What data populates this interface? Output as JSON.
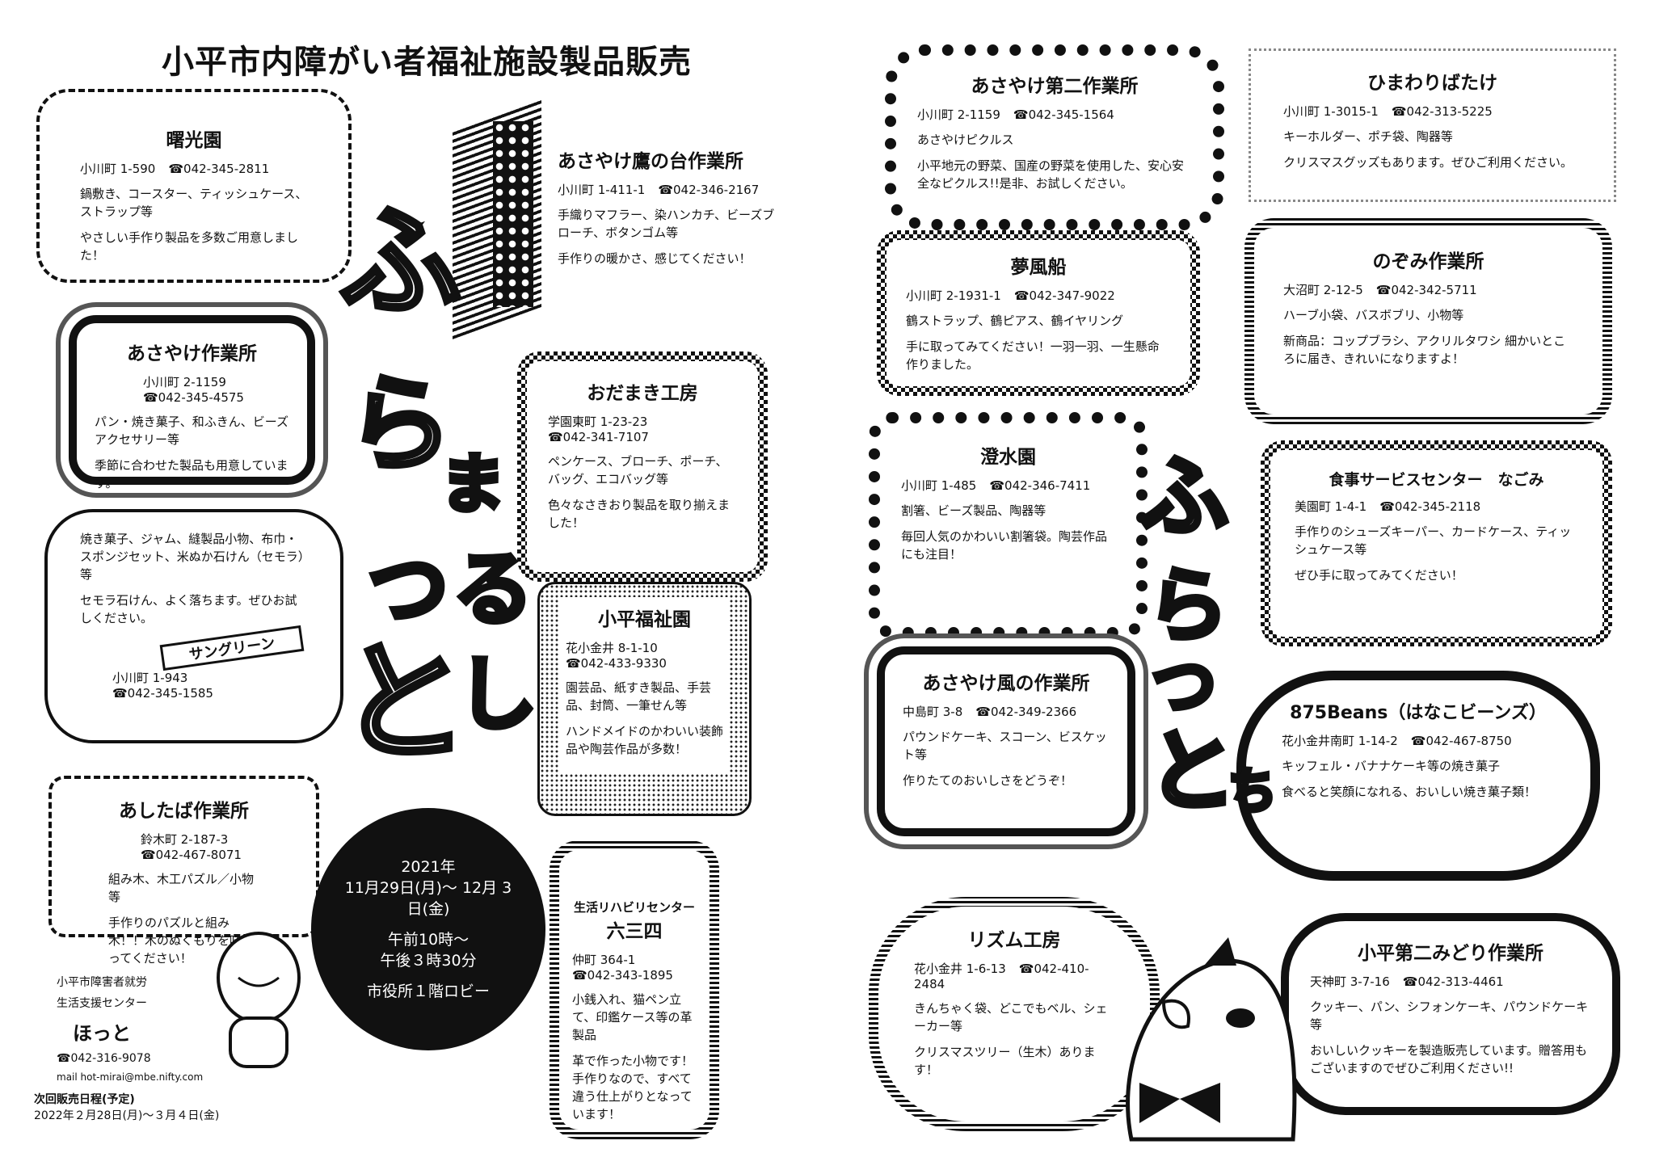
{
  "title": "小平市内障がい者福祉施設製品販売",
  "shops": {
    "shokoen": {
      "name": "曙光園",
      "address": "小川町 1-590",
      "tel": "☎042-345-2811",
      "desc1": "鍋敷き、コースター、ティッシュケース、ストラップ等",
      "desc2": "やさしい手作り製品を多数ご用意しました！"
    },
    "takanodai": {
      "name": "あさやけ鷹の台作業所",
      "address": "小川町 1-411-1",
      "tel": "☎042-346-2167",
      "desc1": "手織りマフラー、染ハンカチ、ビーズブローチ、ボタンゴム等",
      "desc2": "手作りの暖かさ、感じてください！"
    },
    "asayake": {
      "name": "あさやけ作業所",
      "address": "小川町 2-1159",
      "tel": "☎042-345-4575",
      "desc1": "パン・焼き菓子、和ふきん、ビーズアクセサリー等",
      "desc2": "季節に合わせた製品も用意しています。"
    },
    "odamaki": {
      "name": "おだまき工房",
      "address": "学園東町 1-23-23",
      "tel": "☎042-341-7107",
      "desc1": "ペンケース、ブローチ、ポーチ、バッグ、エコバッグ等",
      "desc2": "色々なさきおり製品を取り揃えました！"
    },
    "sungreen": {
      "name": "サングリーン",
      "address": "小川町 1-943",
      "tel": "☎042-345-1585",
      "desc1": "焼き菓子、ジャム、縫製品小物、布巾・スポンジセット、米ぬか石けん（セモラ）等",
      "desc2": "セモラ石けん、よく落ちます。ぜひお試しください。"
    },
    "fukushien": {
      "name": "小平福祉園",
      "address": "花小金井 8-1-10",
      "tel": "☎042-433-9330",
      "desc1": "園芸品、紙すき製品、手芸品、封筒、一筆せん等",
      "desc2": "ハンドメイドのかわいい装飾品や陶芸作品が多数！"
    },
    "ashitaba": {
      "name": "あしたば作業所",
      "address": "鈴木町 2-187-3",
      "tel": "☎042-467-8071",
      "desc1": "組み木、木工パズル／小物等",
      "desc2": "手作りのパズルと組み木！！木のぬくもりを味わってください！"
    },
    "rokusanshi": {
      "sub": "生活リハビリセンター",
      "name": "六三四",
      "address": "仲町 364-1",
      "tel": "☎042-343-1895",
      "desc1": "小銭入れ、猫ペン立て、印鑑ケース等の革製品",
      "desc2": "革で作った小物です！手作りなので、すべて違う仕上がりとなっています！"
    },
    "daini": {
      "name": "あさやけ第二作業所",
      "address": "小川町 2-1159",
      "tel": "☎042-345-1564",
      "desc1": "あさやけピクルス",
      "desc2": "小平地元の野菜、国産の野菜を使用した、安心安全なピクルス!!是非、お試しください。"
    },
    "himawari": {
      "name": "ひまわりばたけ",
      "address": "小川町 1-3015-1",
      "tel": "☎042-313-5225",
      "desc1": "キーホルダー、ポチ袋、陶器等",
      "desc2": "クリスマスグッズもあります。ぜひご利用ください。"
    },
    "yumefusen": {
      "name": "夢風船",
      "address": "小川町 2-1931-1",
      "tel": "☎042-347-9022",
      "desc1": "鶴ストラップ、鶴ピアス、鶴イヤリング",
      "desc2": "手に取ってみてください！一羽一羽、一生懸命作りました。"
    },
    "nozomi": {
      "name": "のぞみ作業所",
      "address": "大沼町 2-12-5",
      "tel": "☎042-342-5711",
      "desc1": "ハーブ小袋、バスボブリ、小物等",
      "desc2": "新商品：コップブラシ、アクリルタワシ 細かいところに届き、きれいになりますよ！"
    },
    "chosuien": {
      "name": "澄水園",
      "address": "小川町 1-485",
      "tel": "☎042-346-7411",
      "desc1": "割箸、ビーズ製品、陶器等",
      "desc2": "毎回人気のかわいい割箸袋。陶芸作品にも注目！"
    },
    "nagomi": {
      "name": "食事サービスセンター　なごみ",
      "address": "美園町 1-4-1",
      "tel": "☎042-345-2118",
      "desc1": "手作りのシューズキーパー、カードケース、ティッシュケース等",
      "desc2": "ぜひ手に取ってみてください！"
    },
    "kaze": {
      "name": "あさやけ風の作業所",
      "address": "中島町 3-8",
      "tel": "☎042-349-2366",
      "desc1": "パウンドケーキ、スコーン、ビスケット等",
      "desc2": "作りたてのおいしさをどうぞ！"
    },
    "hanako": {
      "name": "875Beans（はなこビーンズ）",
      "address": "花小金井南町 1-14-2",
      "tel": "☎042-467-8750",
      "desc1": "キッフェル・バナナケーキ等の焼き菓子",
      "desc2": "食べると笑顔になれる、おいしい焼き菓子類！"
    },
    "rhythm": {
      "name": "リズム工房",
      "address": "花小金井 1-6-13",
      "tel": "☎042-410-2484",
      "desc1": "きんちゃく袋、どこでもベル、シェーカー等",
      "desc2": "クリスマスツリー（生木）あります！"
    },
    "midori": {
      "name": "小平第二みどり作業所",
      "address": "天神町 3-7-16",
      "tel": "☎042-313-4461",
      "desc1": "クッキー、パン、シフォンケーキ、パウンドケーキ等",
      "desc2": "おいしいクッキーを製造販売しています。贈答用もございますのでぜひご利用ください!!"
    }
  },
  "event": {
    "year": "2021年",
    "dates": "11月29日(月)～ 12月 3日(金)",
    "time1": "午前10時～",
    "time2": "午後３時30分",
    "place": "市役所１階ロビー"
  },
  "center": {
    "line1": "小平市障害者就労",
    "line2": "生活支援センター",
    "name": "ほっと",
    "tel": "☎042-316-9078",
    "mail": "mail hot-mirai@mbe.nifty.com"
  },
  "next": {
    "label": "次回販売日程(予定)",
    "dates": "2022年２月28日(月)～３月４日(金)"
  },
  "deco": {
    "chars": [
      "ふ",
      "ら",
      "ま",
      "つ",
      "る",
      "し",
      "と",
      "ち"
    ]
  }
}
